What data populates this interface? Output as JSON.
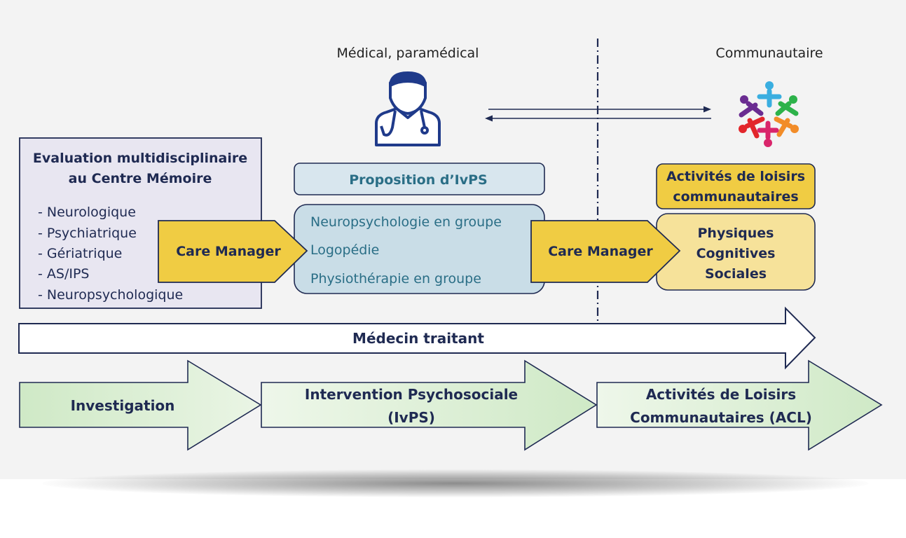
{
  "header": {
    "medical_title": "Médical, paramédical",
    "community_title": "Communautaire"
  },
  "icons": {
    "doctor": "doctor-icon",
    "community": "community-people-icon",
    "exchange": "double-arrow-icon"
  },
  "evaluation": {
    "title_line1": "Evaluation multidisciplinaire",
    "title_line2": "au Centre Mémoire",
    "items": [
      "- Neurologique",
      "- Psychiatrique",
      "- Gériatrique",
      "- AS/IPS",
      "- Neuropsychologique"
    ]
  },
  "care_manager": {
    "label_1": "Care Manager",
    "label_2": "Care Manager"
  },
  "ivps": {
    "proposal": "Proposition d’IvPS",
    "items": [
      "Neuropsychologie en groupe",
      "Logopédie",
      "Physiothérapie en groupe"
    ]
  },
  "acl": {
    "title_line1": "Activités de loisirs",
    "title_line2": "communautaires",
    "items": [
      "Physiques",
      "Cognitives",
      "Sociales"
    ]
  },
  "doctor_arrow": {
    "label": "Médecin traitant"
  },
  "phases": {
    "investigation": "Investigation",
    "intervention_line1": "Intervention Psychosociale",
    "intervention_line2": "(IvPS)",
    "activities_line1": "Activités de Loisirs",
    "activities_line2": "Communautaires (ACL)"
  },
  "colors": {
    "navy": "#1f2a52",
    "teal_text": "#2a6e86",
    "light_blue": "#cfe1ea",
    "lavender": "#e8e6f1",
    "yellow": "#f0cc43",
    "light_yellow": "#f6e29a",
    "green_start": "#d6edd0",
    "green_end": "#eef7ea"
  }
}
